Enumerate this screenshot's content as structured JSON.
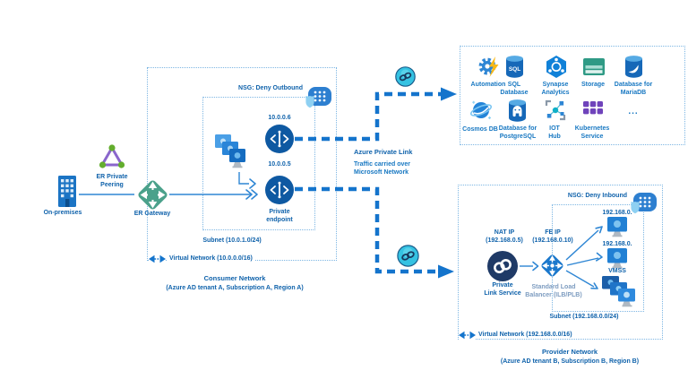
{
  "diagram_title": "Azure Private Link consumer / provider network diagram",
  "colors": {
    "label_blue": "#1878c2",
    "label_blue_bold": "#0f62ab",
    "dash_arrow_blue": "#1474cc",
    "box_border_blue": "#7db6e3",
    "solid_line_blue": "#2e86d4",
    "muted_label": "#7d9cc0"
  },
  "left": {
    "on_premises_label": "On-premises",
    "er_peering_label": "ER Private\nPeering",
    "er_gateway_label": "ER Gateway"
  },
  "consumer": {
    "nsg_label": "NSG: Deny Outbound",
    "vm_ip_top": "10.0.0.6",
    "vm_ip_bottom": "10.0.0.5",
    "private_endpoint_label": "Private\nendpoint",
    "subnet_label": "Subnet (10.0.1.0/24)",
    "vnet_label": "Virtual Network (10.0.0.0/16)",
    "network_title": "Consumer Network",
    "network_subtitle": "(Azure AD tenant A, Subscription A, Region A)"
  },
  "middle": {
    "private_link_label": "Azure Private Link",
    "traffic_label": "Traffic carried over\nMicrosoft Network"
  },
  "services": {
    "row1": [
      {
        "label": "Automation",
        "icon": "automation-icon"
      },
      {
        "label": "SQL\nDatabase",
        "icon": "sql-database-icon"
      },
      {
        "label": "Synapse\nAnalytics",
        "icon": "synapse-analytics-icon"
      },
      {
        "label": "Storage",
        "icon": "storage-icon"
      },
      {
        "label": "Database for\nMariaDB",
        "icon": "mariadb-icon"
      }
    ],
    "row2": [
      {
        "label": "Cosmos DB",
        "icon": "cosmos-db-icon"
      },
      {
        "label": "Database for\nPostgreSQL",
        "icon": "postgresql-icon"
      },
      {
        "label": "IOT\nHub",
        "icon": "iot-hub-icon"
      },
      {
        "label": "Kubernetes\nService",
        "icon": "kubernetes-service-icon"
      },
      {
        "label": "...",
        "icon": "more-ellipsis"
      }
    ]
  },
  "provider": {
    "nsg_label": "NSG: Deny Inbound",
    "nat_ip_label": "NAT IP\n(192.168.0.5)",
    "fe_ip_label": "FE IP\n(192.168.0.10)",
    "pls_label": "Private\nLink Service",
    "slb_label": "Standard Load\nBalancer (ILB/PLB)",
    "vm1_ip": "192.168.0.",
    "vm2_ip": "192.168.0.",
    "vmss_label": "VMSS",
    "subnet_label": "Subnet (192.168.0.0/24)",
    "vnet_label": "Virtual Network (192.168.0.0/16)",
    "network_title": "Provider Network",
    "network_subtitle": "(Azure AD tenant B, Subscription B, Region B)"
  }
}
